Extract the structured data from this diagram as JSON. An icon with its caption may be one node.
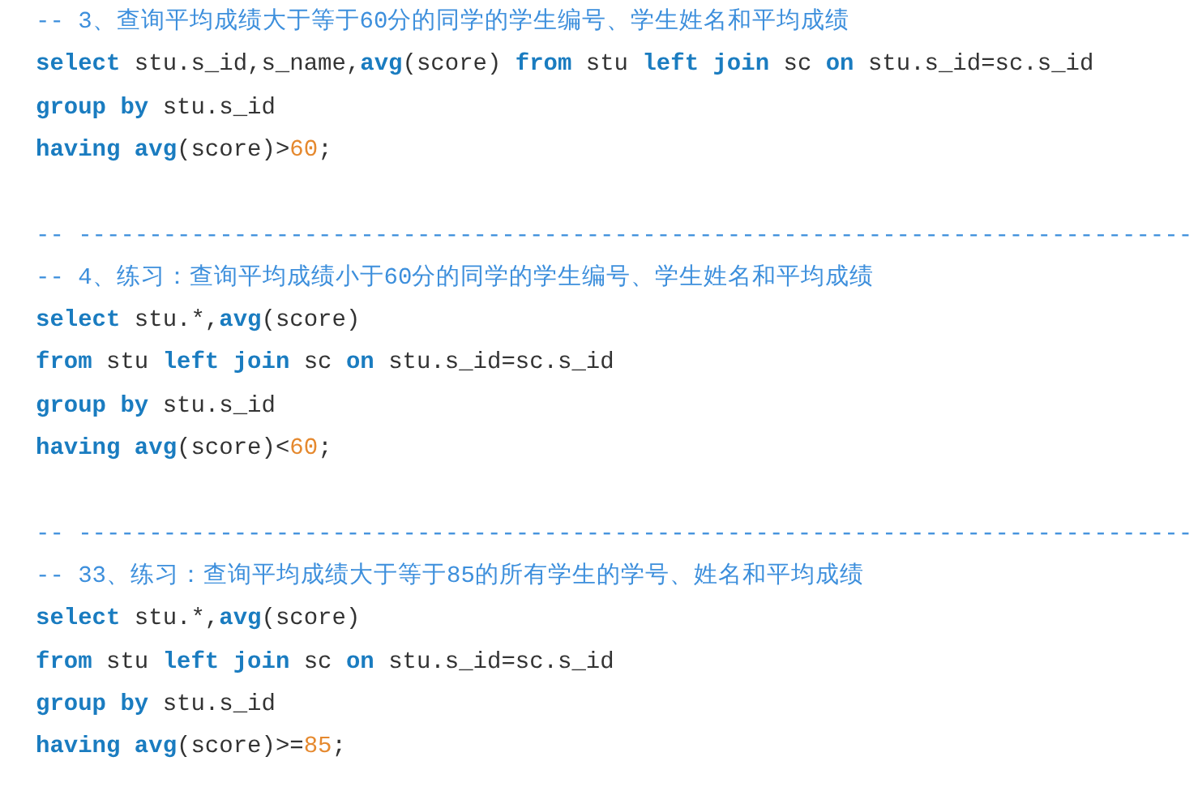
{
  "diagram": {
    "labels": [
      "-- 3、查询平均成绩大于等于60分的同学的学生编号、学生姓名和平均成绩",
      "select stu.s_id,s_name,avg(score) from stu left join sc on stu.s_id=sc.s_id",
      "group by stu.s_id",
      "having avg(score)>60;",
      "-- -------------------------------------------------------------------------------",
      "-- 4、练习：查询平均成绩小于60分的同学的学生编号、学生姓名和平均成绩",
      "select stu.*,avg(score)",
      "from stu left join sc on stu.s_id=sc.s_id",
      "group by stu.s_id",
      "having avg(score)<60;",
      "-- -------------------------------------------------------------------------------",
      "-- 33、练习：查询平均成绩大于等于85的所有学生的学号、姓名和平均成绩",
      "select stu.*,avg(score)",
      "from stu left join sc on stu.s_id=sc.s_id",
      "group by stu.s_id",
      "having avg(score)>=85;"
    ]
  }
}
